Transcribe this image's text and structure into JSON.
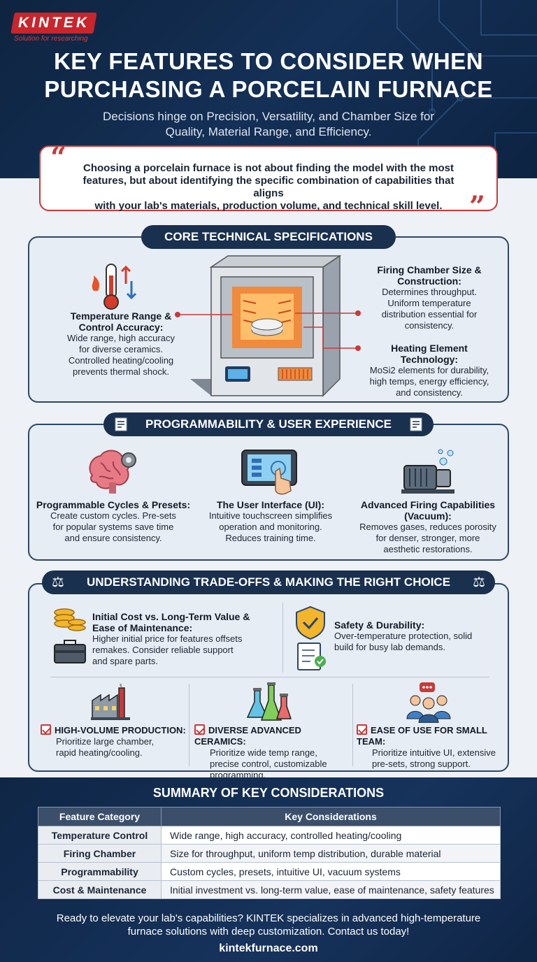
{
  "brand": {
    "logo_text": "KINTEK",
    "tagline": "Solution for researching"
  },
  "header": {
    "title_line1": "KEY FEATURES TO CONSIDER WHEN",
    "title_line2": "PURCHASING A PORCELAIN FURNACE",
    "subtitle_line1": "Decisions hinge on Precision, Versatility, and Chamber Size for",
    "subtitle_line2": "Quality, Material Range, and Efficiency."
  },
  "quote": {
    "line1": "Choosing a porcelain furnace is not about finding the model with the most",
    "line2": "features, but about identifying the specific combination of capabilities that aligns",
    "line3": "with your lab's materials, production volume, and technical skill level."
  },
  "core": {
    "heading": "CORE TECHNICAL SPECIFICATIONS",
    "temp": {
      "title1": "Temperature Range &",
      "title2": "Control Accuracy:",
      "l1": "Wide range, high accuracy",
      "l2": "for diverse ceramics.",
      "l3": "Controlled heating/cooling",
      "l4": "prevents thermal shock."
    },
    "chamber": {
      "title1": "Firing Chamber Size &",
      "title2": "Construction:",
      "l1": "Determines throughput.",
      "l2": "Uniform temperature",
      "l3": "distribution essential for",
      "l4": "consistency."
    },
    "heating": {
      "title1": "Heating Element",
      "title2": "Technology:",
      "l1": "MoSi2 elements for durability,",
      "l2": "high temps, energy efficiency,",
      "l3": "and consistency."
    }
  },
  "prog": {
    "heading": "PROGRAMMABILITY & USER EXPERIENCE",
    "cycles": {
      "title": "Programmable Cycles & Presets:",
      "l1": "Create custom cycles. Pre-sets",
      "l2": "for popular systems save time",
      "l3": "and ensure consistency."
    },
    "ui": {
      "title": "The User Interface (UI):",
      "l1": "Intuitive touchscreen simplifies",
      "l2": "operation and monitoring.",
      "l3": "Reduces training time."
    },
    "vacuum": {
      "title1": "Advanced Firing Capabilities",
      "title2": "(Vacuum):",
      "l1": "Removes gases, reduces porosity",
      "l2": "for denser, stronger, more",
      "l3": "aesthetic restorations."
    }
  },
  "trade": {
    "heading": "UNDERSTANDING TRADE-OFFS & MAKING THE RIGHT CHOICE",
    "cost": {
      "title1": "Initial Cost vs. Long-Term Value &",
      "title2": "Ease of Maintenance:",
      "l1": "Higher initial price for features offsets",
      "l2": "remakes. Consider reliable support",
      "l3": "and spare parts."
    },
    "safety": {
      "title": "Safety & Durability:",
      "l1": "Over-temperature protection, solid",
      "l2": "build for busy lab demands."
    },
    "high": {
      "title": "HIGH-VOLUME PRODUCTION:",
      "l1": "Prioritize large chamber,",
      "l2": "rapid heating/cooling."
    },
    "diverse": {
      "title": "DIVERSE ADVANCED CERAMICS:",
      "l1": "Prioritize wide temp range,",
      "l2": "precise control, customizable",
      "l3": "programming."
    },
    "ease": {
      "title": "EASE OF USE FOR SMALL TEAM:",
      "l1": "Prioritize intuitive UI, extensive",
      "l2": "pre-sets, strong support."
    }
  },
  "summary": {
    "title": "SUMMARY OF KEY CONSIDERATIONS",
    "col1": "Feature Category",
    "col2": "Key Considerations",
    "rows": [
      {
        "category": "Temperature Control",
        "considerations": "Wide range, high accuracy, controlled heating/cooling"
      },
      {
        "category": "Firing Chamber",
        "considerations": "Size for throughput, uniform temp distribution, durable material"
      },
      {
        "category": "Programmability",
        "considerations": "Custom cycles, presets, intuitive UI, vacuum systems"
      },
      {
        "category": "Cost & Maintenance",
        "considerations": "Initial investment vs. long-term value, ease of maintenance, safety features"
      }
    ]
  },
  "footer": {
    "cta_line1": "Ready to elevate your lab's capabilities? KINTEK specializes in advanced high-temperature",
    "cta_line2": "furnace solutions with deep customization. Contact us today!",
    "url": "kintekfurnace.com"
  },
  "colors": {
    "navy": "#19304f",
    "accent_red": "#c73a3a",
    "panel_bg": "#e7edf4"
  }
}
